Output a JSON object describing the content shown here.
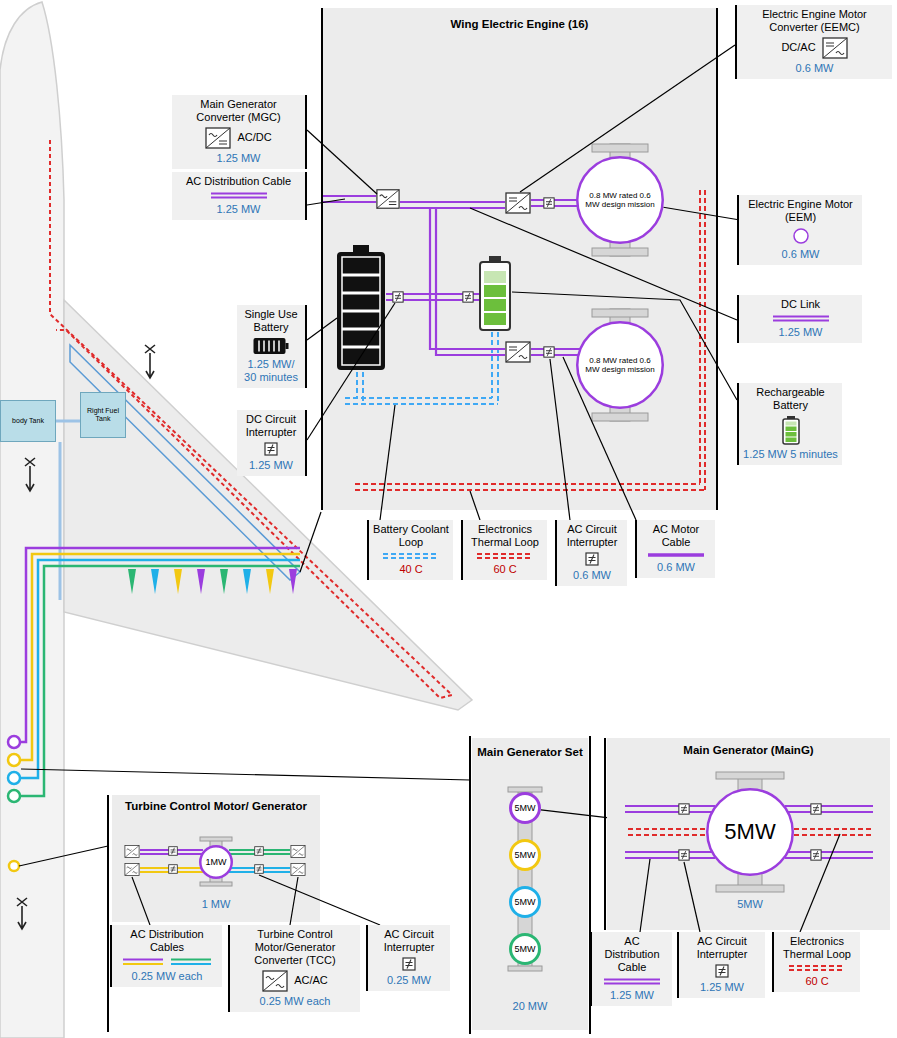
{
  "diagram": {
    "nodes": [
      {
        "text": [
          "Main Generator Converter (MGC)",
          "AC/DC",
          "1.25 MW"
        ]
      },
      {
        "text": [
          "Wing Electric Engine (16)"
        ]
      },
      {
        "text": [
          "0.8 MW rated 0.6 MW design mission"
        ],
        "in": 1
      },
      {
        "text": [
          "0.8 MW rated 0.6 MW design mission"
        ],
        "in": 1
      },
      {
        "text": [
          "Electric Engine Motor Converter (EEMC)",
          "DC/AC",
          "0.6 MW"
        ]
      },
      {
        "text": [
          "AC Distribution Cable",
          "1.25 MW"
        ]
      },
      {
        "text": [
          "Electric Engine Motor (EEM)",
          "0.6 MW"
        ]
      },
      {
        "text": [
          "Single Use Battery",
          "1.25 MW/ 30 minutes"
        ]
      },
      {
        "text": [
          "DC Link",
          "1.25 MW"
        ]
      },
      {
        "text": [
          "Rechargeable Battery",
          "1.25 MW 5 minutes"
        ]
      },
      {
        "text": [
          "DC Circuit Interrupter",
          "1.25 MW"
        ]
      },
      {
        "text": [
          "body Tank"
        ]
      },
      {
        "text": [
          "Right Fuel Tank"
        ]
      },
      {
        "text": [
          "Battery Coolant Loop",
          "40 C"
        ]
      },
      {
        "text": [
          "Electronics Thermal Loop",
          "60 C"
        ]
      },
      {
        "text": [
          "AC Circuit Interrupter",
          "0.6 MW"
        ]
      },
      {
        "text": [
          "AC Motor Cable",
          "0.6 MW"
        ]
      },
      {
        "text": [
          "Main Generator Set",
          "20 MW"
        ]
      },
      {
        "text": [
          "5MW"
        ],
        "in": 17
      },
      {
        "text": [
          "5MW"
        ],
        "in": 17
      },
      {
        "text": [
          "5MW"
        ],
        "in": 17
      },
      {
        "text": [
          "5MW"
        ],
        "in": 17
      },
      {
        "text": [
          "Main Generator (MainG)",
          "5MW"
        ]
      },
      {
        "text": [
          "5MW"
        ],
        "in": 22
      },
      {
        "text": [
          "Turbine Control Motor/ Generator",
          "1 MW"
        ]
      },
      {
        "text": [
          "1MW"
        ],
        "in": 24
      },
      {
        "text": [
          "AC Distribution Cables",
          "0.25 MW each"
        ]
      },
      {
        "text": [
          "Turbine Control Motor/Generator Converter (TCC)",
          "AC/AC",
          "0.25 MW each"
        ]
      },
      {
        "text": [
          "AC Circuit Interrupter",
          "0.25 MW"
        ]
      },
      {
        "text": [
          "AC Distribution Cable",
          "1.25 MW"
        ]
      },
      {
        "text": [
          "AC Circuit Interrupter",
          "1.25 MW"
        ]
      },
      {
        "text": [
          "Electronics Thermal Loop",
          "60 C"
        ]
      }
    ],
    "edges": [
      {
        "from": 6,
        "to": 2,
        "arrow": "none"
      },
      {
        "from": 18,
        "to": 22,
        "arrow": "none"
      }
    ]
  }
}
